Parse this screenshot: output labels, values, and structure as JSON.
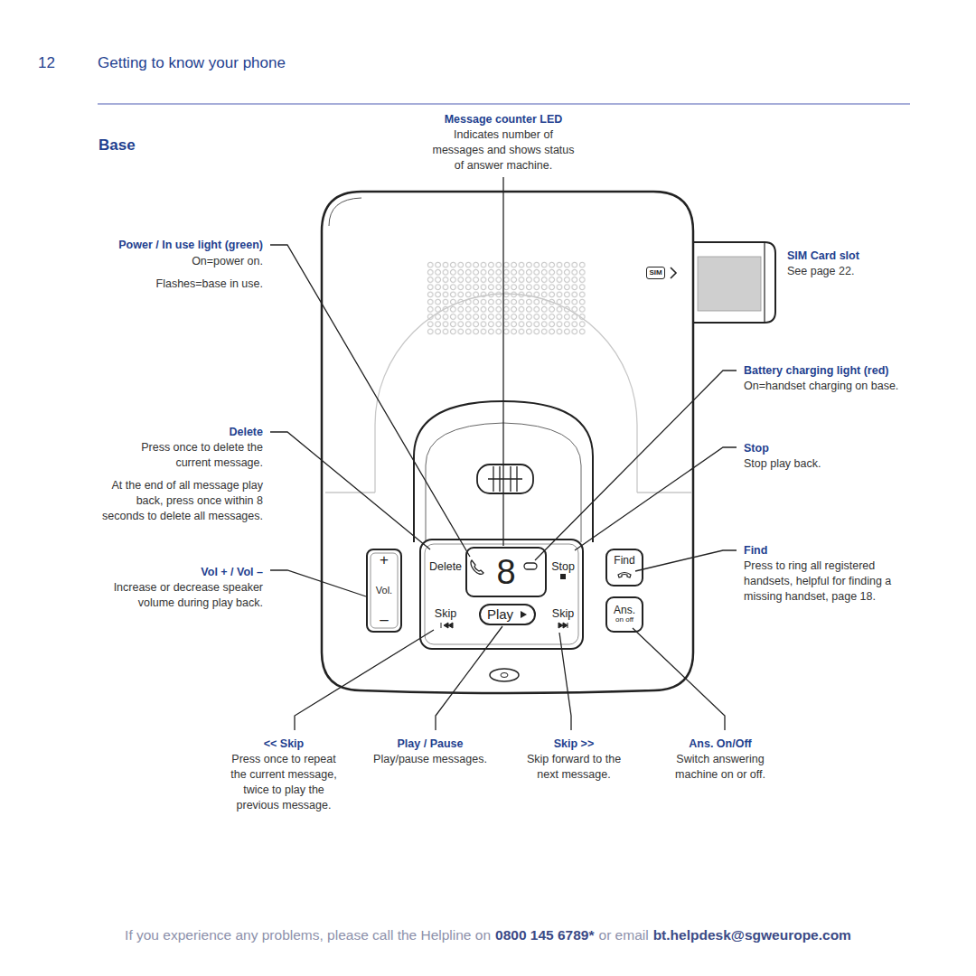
{
  "diagram": {
    "title": "Base",
    "nodes": [
      {
        "text": [
          "SIM"
        ]
      },
      {
        "text": [
          "+",
          "Vol.",
          "–"
        ]
      },
      {
        "text": [
          "8"
        ]
      },
      {
        "text": [
          "Find"
        ]
      },
      {
        "text": [
          "Play"
        ]
      },
      {
        "text": [
          "Ans.",
          "on off"
        ]
      }
    ],
    "labels": [
      "12",
      "Getting to know your phone",
      "Message counter LED",
      "Indicates number of messages and shows status of answer machine.",
      "Power / In use light (green)",
      "On=power on.",
      "Flashes=base in use.",
      "SIM Card slot",
      "See page 22.",
      "Battery charging light (red)",
      "On=handset charging on base.",
      "Delete",
      "Press once to delete the current message.",
      "At the end of all message play back, press once within 8 seconds to delete all messages.",
      "Stop",
      "Stop play back.",
      "Find",
      "Press to ring all registered handsets, helpful for finding a missing handset, page 18.",
      "Vol + / Vol –",
      "Increase or decrease speaker volume during play back.",
      "Delete",
      "Stop",
      "Skip",
      "Skip",
      "<< Skip",
      "Press once to repeat the current message, twice to play the previous message.",
      "Play / Pause",
      "Play/pause messages.",
      "Skip >>",
      "Skip forward to the next message.",
      "Ans. On/Off",
      "Switch answering machine on or off.",
      "If you experience any problems, please call the Helpline on",
      "0800 145 6789*",
      "or email",
      "bt.helpdesk@sgweurope.com"
    ]
  }
}
